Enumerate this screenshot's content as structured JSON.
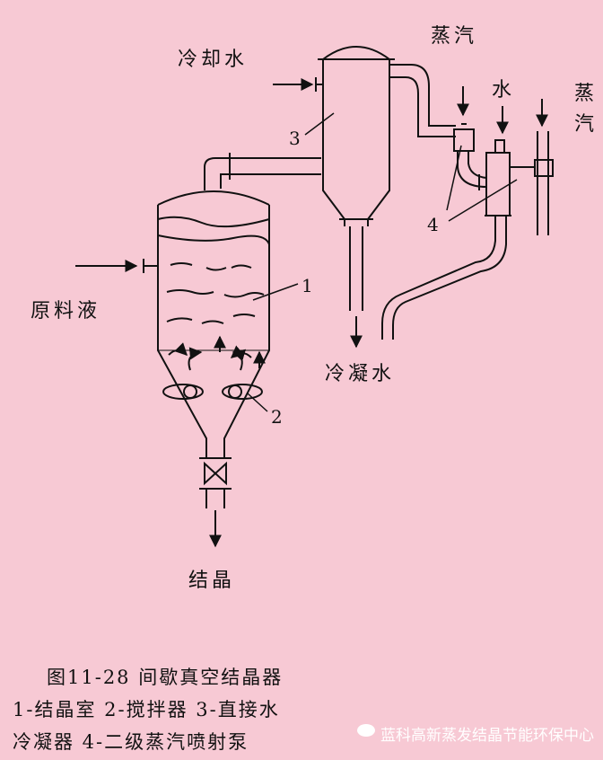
{
  "labels": {
    "steam_top": "蒸汽",
    "cooling_water": "冷却水",
    "water": "水",
    "steam_right": "蒸汽",
    "raw_liquid": "原料液",
    "condensed_water": "冷凝水",
    "crystal": "结晶"
  },
  "numbers": {
    "n1": "1",
    "n2": "2",
    "n3": "3",
    "n4": "4"
  },
  "caption": {
    "line1": "图11-28 间歇真空结晶器",
    "line2": "1-结晶室 2-搅拌器 3-直接水",
    "line3": "冷凝器 4-二级蒸汽喷射泵"
  },
  "watermark": "蓝科高新蒸发结晶节能环保中心",
  "colors": {
    "background": "#f7c9d4",
    "line": "#111111",
    "watermark": "#ffffff"
  }
}
